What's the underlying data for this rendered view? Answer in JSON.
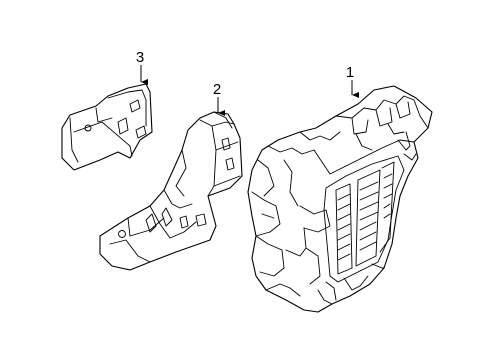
{
  "callouts": [
    {
      "id": "1",
      "label": "1",
      "part": "relay-box-assembly"
    },
    {
      "id": "2",
      "label": "2",
      "part": "mounting-bracket"
    },
    {
      "id": "3",
      "label": "3",
      "part": "small-bracket"
    }
  ],
  "colors": {
    "line": "#000000",
    "background": "#ffffff"
  }
}
